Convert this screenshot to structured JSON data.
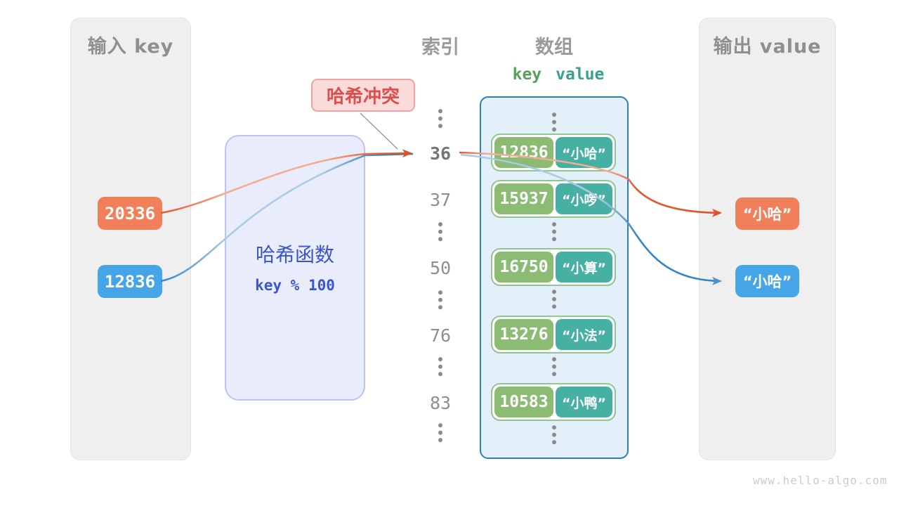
{
  "input_panel": {
    "title": "输入 key",
    "keys": [
      {
        "label": "20336",
        "color": "#f1805a"
      },
      {
        "label": "12836",
        "color": "#45a5e6"
      }
    ]
  },
  "hash_function": {
    "name": "哈希函数",
    "formula": "key % 100"
  },
  "collision_badge": {
    "label": "哈希冲突"
  },
  "index_column": {
    "header": "索引",
    "values": [
      "36",
      "37",
      "50",
      "76",
      "83"
    ],
    "highlighted_value": "36"
  },
  "array": {
    "header": "数组",
    "key_header": "key",
    "value_header": "value",
    "rows": [
      {
        "key": "12836",
        "value": "“小哈”"
      },
      {
        "key": "15937",
        "value": "“小啰”"
      },
      {
        "key": "16750",
        "value": "“小算”"
      },
      {
        "key": "13276",
        "value": "“小法”"
      },
      {
        "key": "10583",
        "value": "“小鸭”"
      }
    ]
  },
  "output_panel": {
    "title": "输出 value",
    "values": [
      {
        "label": "“小哈”",
        "color": "#f1805a"
      },
      {
        "label": "“小哈”",
        "color": "#45a5e6"
      }
    ]
  },
  "icons": {
    "vertical_ellipsis": "⋮"
  },
  "colors": {
    "orange_box": "#f1805a",
    "blue_box": "#45a5e6",
    "line_orange": "#e2572f",
    "line_blue": "#3585c5",
    "key_green": "#8cbb73",
    "value_teal": "#46b0a3",
    "row_border_green": "#8cc98c",
    "array_bg": "#e3f0fa",
    "array_border": "#2b7dbf",
    "hash_box_bg": "#e9edfb",
    "hash_box_border": "#b9c4ef",
    "hash_text_blue": "#3a55cd",
    "collision_bg": "#fbdada",
    "collision_border": "#f0a2a2",
    "collision_red": "#dc4f4f",
    "panel_gray": "#efefef",
    "text_gray": "#8f8f8f"
  },
  "watermark": "www.hello-algo.com"
}
